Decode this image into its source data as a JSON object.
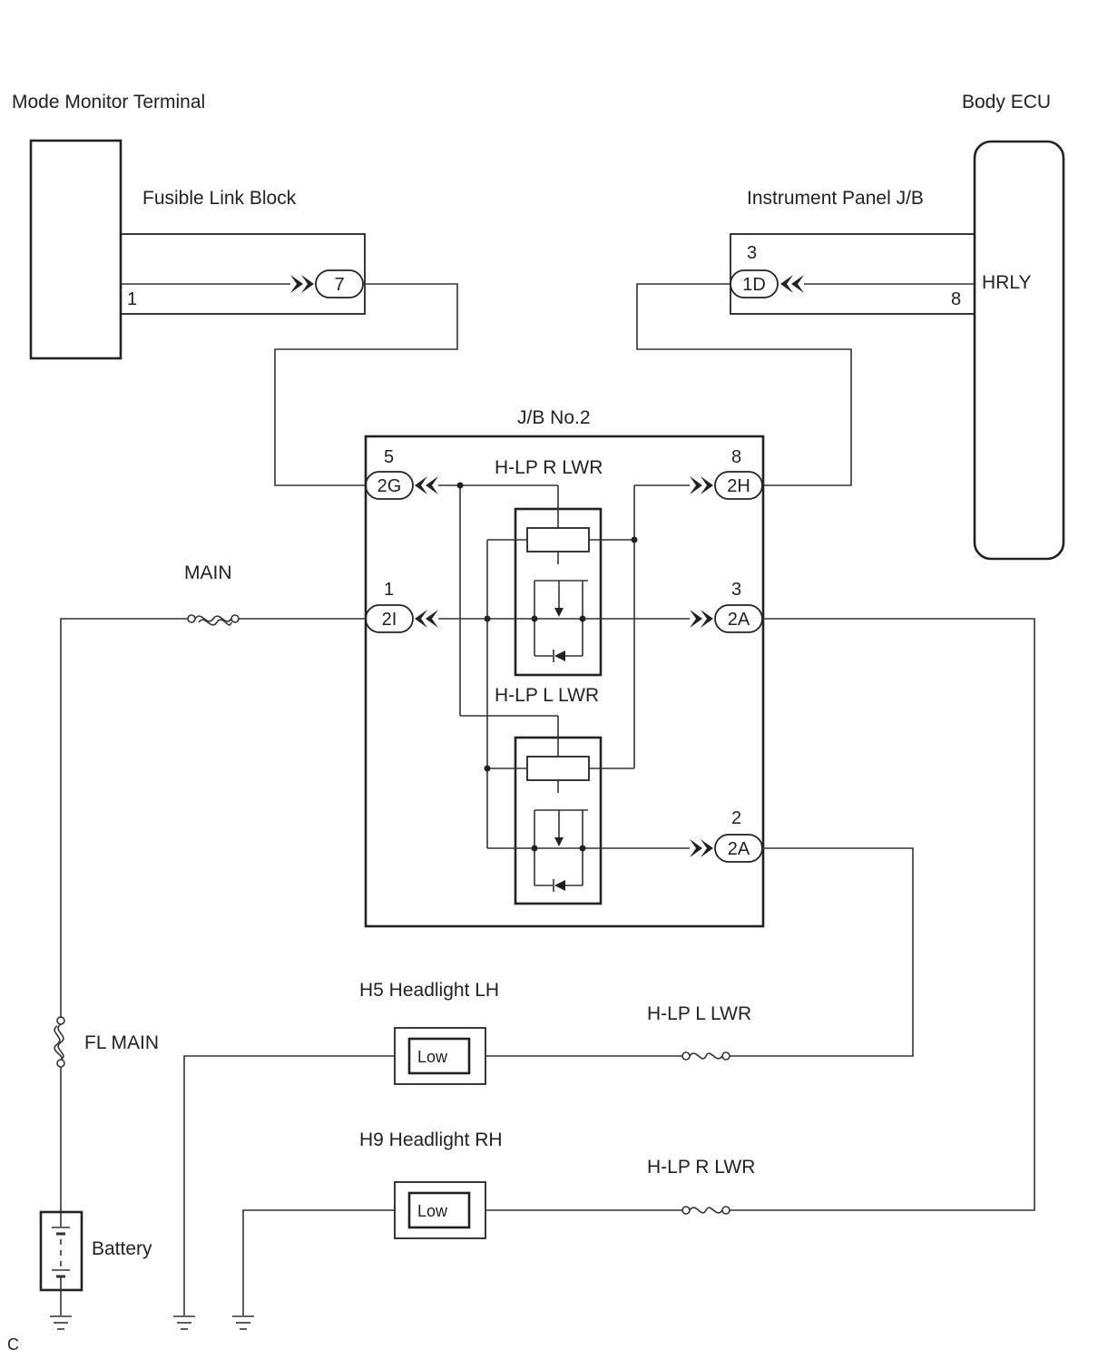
{
  "components": {
    "mode_monitor_terminal": "Mode Monitor Terminal",
    "body_ecu": "Body ECU",
    "fusible_link_block": "Fusible Link Block",
    "instrument_panel_jb": "Instrument Panel J/B",
    "jb_no2": "J/B No.2",
    "relay_r": "H-LP R LWR",
    "relay_l": "H-LP L LWR",
    "main_fuse": "MAIN",
    "fl_main": "FL MAIN",
    "battery": "Battery",
    "headlight_lh": "H5 Headlight LH",
    "headlight_rh": "H9 Headlight RH",
    "fuse_l_lwr": "H-LP L LWR",
    "fuse_r_lwr": "H-LP R LWR",
    "lamp_lh_label": "Low",
    "lamp_rh_label": "Low",
    "hrly": "HRLY",
    "corner_mark": "C"
  },
  "connectors": {
    "flb_7": "7",
    "ip_1d": "1D",
    "jb_2g": "2G",
    "jb_2h": "2H",
    "jb_2i": "2I",
    "jb_2a_top": "2A",
    "jb_2a_bottom": "2A"
  },
  "pins": {
    "mmt_1": "1",
    "ip_3": "3",
    "ecu_8": "8",
    "jb_5": "5",
    "jb_8": "8",
    "jb_1": "1",
    "jb_3": "3",
    "jb_2": "2"
  }
}
